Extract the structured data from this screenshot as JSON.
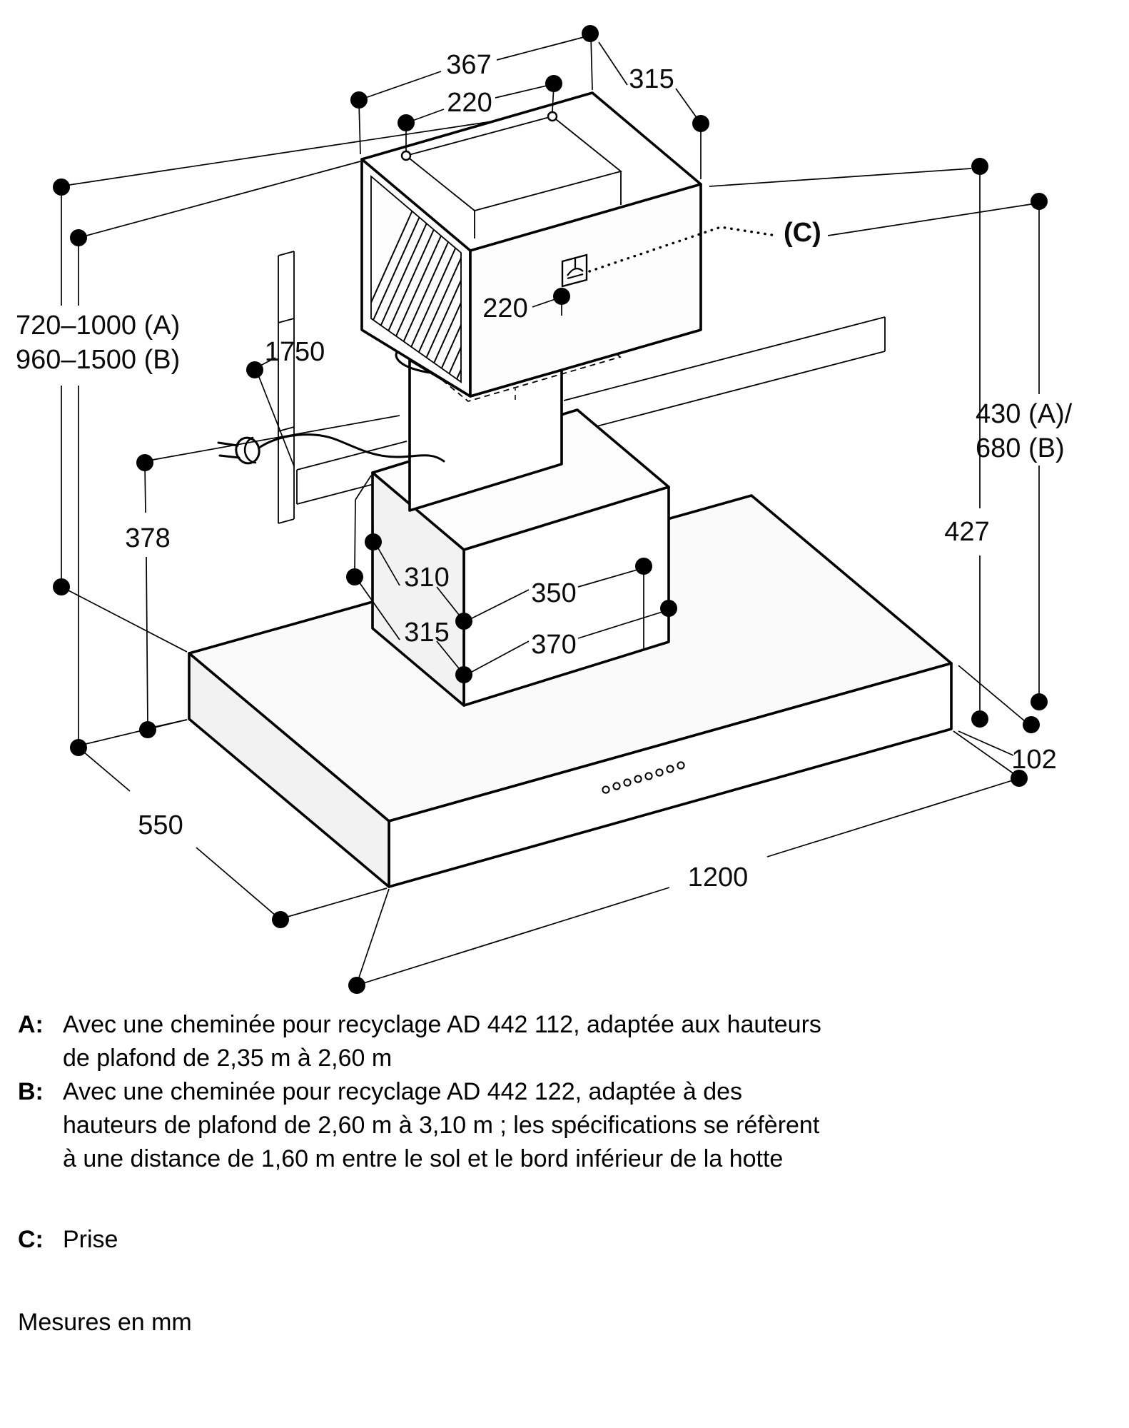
{
  "diagram": {
    "dims": {
      "top_width": "367",
      "top_inner_width": "220",
      "top_depth": "315",
      "socket_ref": "(C)",
      "height_range_a": "720–1000 (A)",
      "height_range_b": "960–1500 (B)",
      "bracket_height": "1750",
      "duct_width": "220",
      "chimney_height_a": "430 (A)/",
      "chimney_height_b": "680 (B)",
      "inner_height": "427",
      "left_height": "378",
      "box_depth_top": "310",
      "box_width_top": "350",
      "box_depth_bottom": "315",
      "box_width_bottom": "370",
      "canopy_height": "102",
      "canopy_depth": "550",
      "canopy_width": "1200"
    }
  },
  "notes": [
    {
      "key": "A:",
      "text": "Avec une cheminée pour recyclage AD 442 112, adaptée aux hauteurs de plafond de 2,35 m à 2,60 m"
    },
    {
      "key": "B:",
      "text": "Avec une cheminée pour recyclage AD 442 122, adaptée à des hauteurs de plafond de 2,60 m à 3,10 m ; les spécifications se réfèrent à une distance de 1,60 m entre le sol et le bord inférieur de la hotte"
    },
    {
      "key": "C:",
      "text": "Prise"
    }
  ],
  "footer": "Mesures en mm",
  "colors": {
    "line": "#000000",
    "face_light": "#f2f2f2",
    "background": "#ffffff"
  }
}
